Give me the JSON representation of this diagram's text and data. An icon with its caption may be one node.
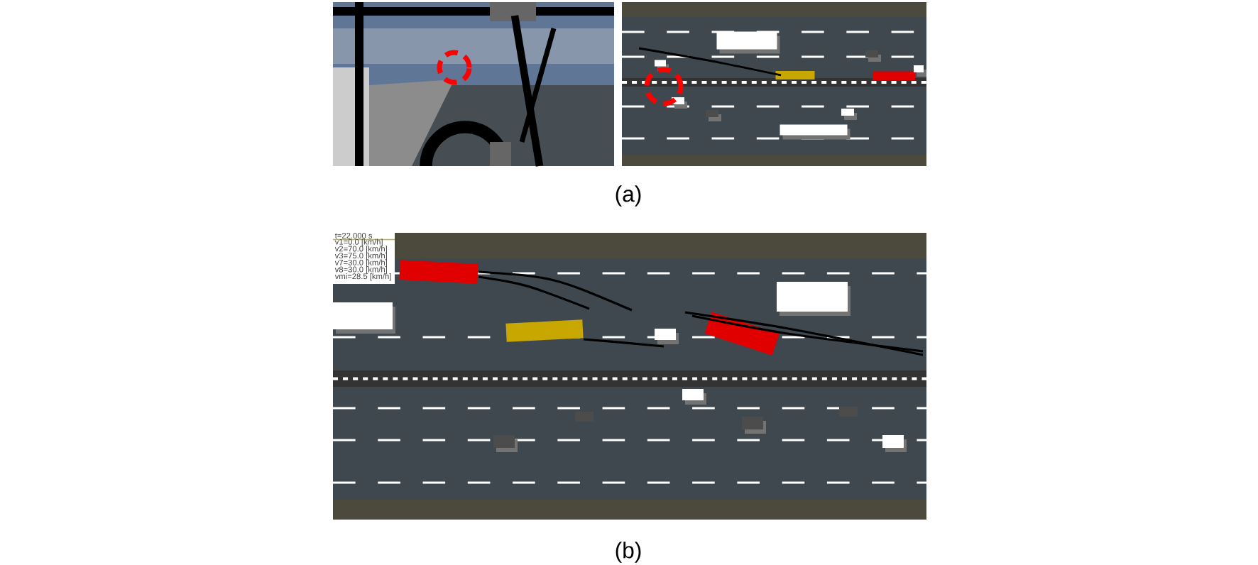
{
  "diagram": {
    "labels": [
      "(a)",
      "t=22.000 s",
      "v1=0.0 [km/h]",
      "v2=70.0 [km/h]",
      "v3=75.0 [km/h]",
      "v7=30.0 [km/h]",
      "v8=30.0 [km/h]",
      "vmi=28.5 [km/h]",
      "(b)"
    ]
  }
}
